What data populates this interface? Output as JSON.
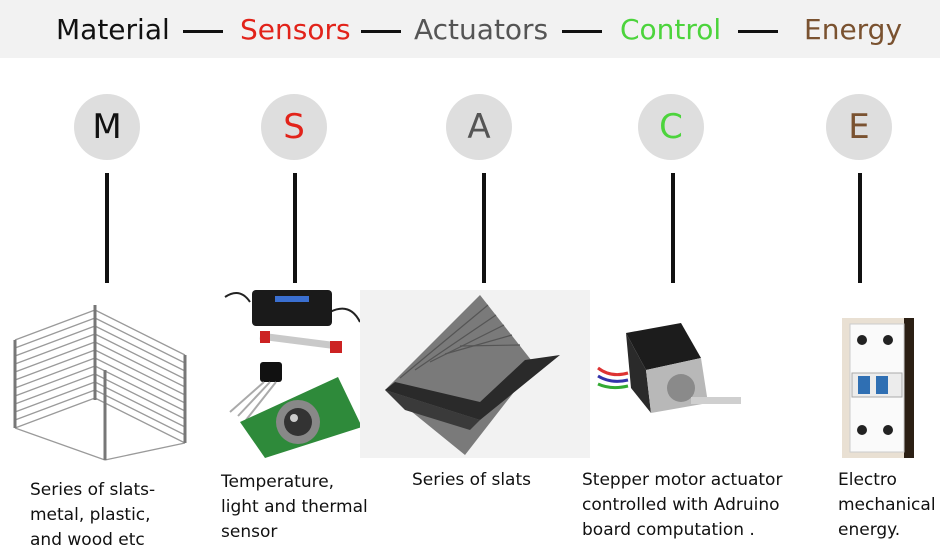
{
  "header": {
    "material": "Material",
    "sensors": "Sensors",
    "actuators": "Actuators",
    "control": "Control",
    "energy": "Energy"
  },
  "colors": {
    "material": "#111111",
    "sensors": "#e2231a",
    "actuators": "#555555",
    "control": "#4cd43c",
    "energy": "#7a5230"
  },
  "nodes": [
    {
      "letter": "M",
      "caption": [
        "Series of slats-",
        "metal, plastic,",
        "and wood etc"
      ],
      "image": "metal-slat-cube-photo"
    },
    {
      "letter": "S",
      "caption": [
        "Temperature,",
        "light and thermal",
        "sensor"
      ],
      "image": "sensor-boards-photo"
    },
    {
      "letter": "A",
      "caption": [
        "Series of slats"
      ],
      "image": "folding-slat-model-photo"
    },
    {
      "letter": "C",
      "caption": [
        "Stepper motor actuator",
        "controlled  with Adruino",
        "board computation ."
      ],
      "image": "stepper-motor-photo"
    },
    {
      "letter": "E",
      "caption": [
        "Electro",
        "mechanical",
        "energy."
      ],
      "image": "circuit-breaker-photo"
    }
  ]
}
